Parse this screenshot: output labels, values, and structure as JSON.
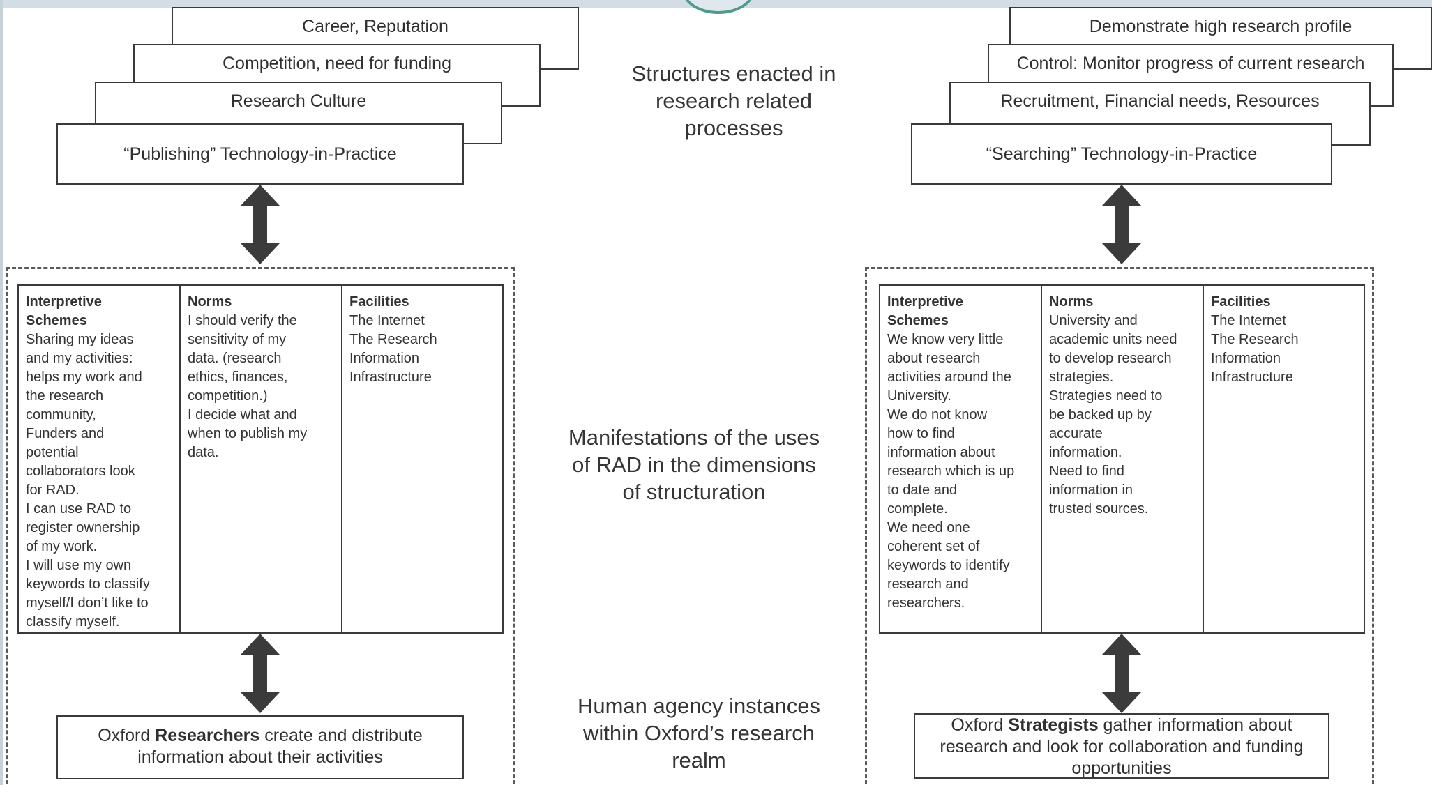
{
  "header": {
    "accent_band_color": "#d3dde3",
    "logo_ring_color": "#4f9a8b"
  },
  "left": {
    "stack": [
      "Career, Reputation",
      "Competition, need for funding",
      "Research Culture",
      "“Publishing” Technology-in-Practice"
    ],
    "interpretive": {
      "heading_lines": [
        "Interpretive",
        "Schemes"
      ],
      "lines": [
        "Sharing my ideas",
        "and my activities:",
        "helps my work and",
        "the research",
        "community,",
        "Funders and",
        "potential",
        "collaborators look",
        "for RAD.",
        "I can use RAD to",
        "register ownership",
        "of my work.",
        "I will use my own",
        "keywords to classify",
        "myself/I don’t like to",
        "classify myself."
      ]
    },
    "norms": {
      "heading": "Norms",
      "lines": [
        "I should verify the",
        "sensitivity of my",
        "data. (research",
        "ethics, finances,",
        "competition.)",
        "I decide what and",
        "when to publish my",
        "data."
      ]
    },
    "facilities": {
      "heading": "Facilities",
      "lines": [
        "The Internet",
        "The Research",
        "Information",
        "Infrastructure"
      ]
    },
    "agency": {
      "prefix": "Oxford ",
      "bold": "Researchers",
      "suffix": " create and distribute",
      "line2": "information about their activities"
    }
  },
  "center": {
    "structures": [
      "Structures enacted in",
      "research related",
      "processes"
    ],
    "manifestations": [
      "Manifestations of the uses",
      "of RAD in the dimensions",
      "of structuration"
    ],
    "agency": [
      "Human agency instances",
      "within Oxford’s research",
      "realm"
    ]
  },
  "right": {
    "stack": [
      "Demonstrate high research profile",
      "Control: Monitor progress of current research",
      "Recruitment, Financial needs, Resources",
      "“Searching” Technology-in-Practice"
    ],
    "interpretive": {
      "heading_lines": [
        "Interpretive",
        "Schemes"
      ],
      "lines": [
        "We know very little",
        "about research",
        "activities around the",
        "University.",
        "We do not know",
        "how to find",
        "information about",
        "research which is up",
        "to date and",
        "complete.",
        "We need one",
        "coherent set of",
        "keywords to identify",
        "research and",
        "researchers."
      ]
    },
    "norms": {
      "heading": "Norms",
      "lines": [
        "University and",
        "academic units need",
        "to develop research",
        "strategies.",
        "Strategies need to",
        "be backed up by",
        "accurate",
        "information.",
        "Need to find",
        "information in",
        "trusted sources."
      ]
    },
    "facilities": {
      "heading": "Facilities",
      "lines": [
        "The Internet",
        "The Research",
        "Information",
        "Infrastructure"
      ]
    },
    "agency": {
      "prefix": "Oxford ",
      "bold": "Strategists",
      "suffix": " gather information about",
      "line2": "research and look for collaboration and funding",
      "line3": "opportunities"
    }
  }
}
